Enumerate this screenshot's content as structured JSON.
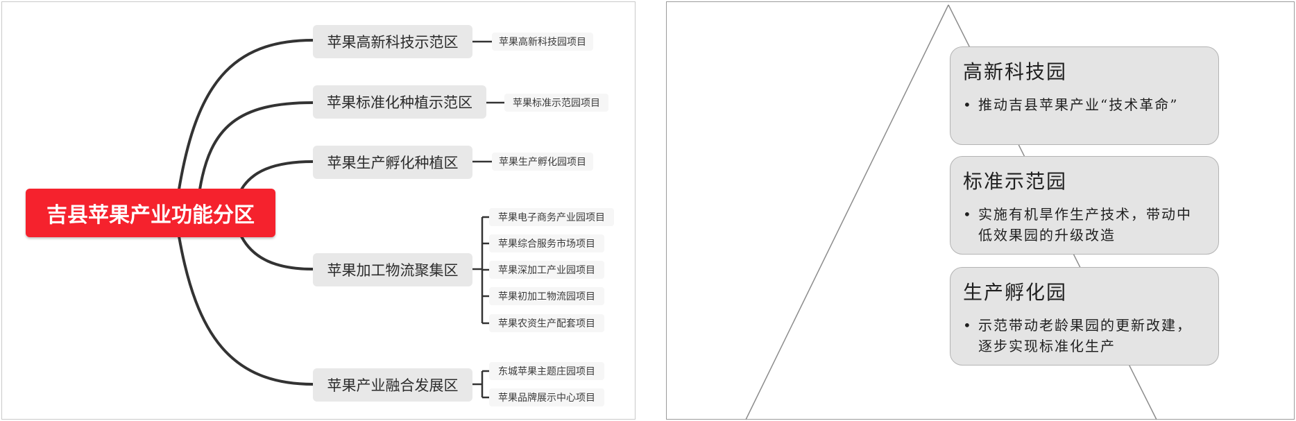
{
  "mindmap": {
    "root": "吉县苹果产业功能分区",
    "branches": [
      {
        "label": "苹果高新科技示范区",
        "leaves": [
          "苹果高新科技园项目"
        ]
      },
      {
        "label": "苹果标准化种植示范区",
        "leaves": [
          "苹果标准示范园项目"
        ]
      },
      {
        "label": "苹果生产孵化种植区",
        "leaves": [
          "苹果生产孵化园项目"
        ]
      },
      {
        "label": "苹果加工物流聚集区",
        "leaves": [
          "苹果电子商务产业园项目",
          "苹果综合服务市场项目",
          "苹果深加工产业园项目",
          "苹果初加工物流园项目",
          "苹果农资生产配套项目"
        ]
      },
      {
        "label": "苹果产业融合发展区",
        "leaves": [
          "东城苹果主题庄园项目",
          "苹果品牌展示中心项目"
        ]
      }
    ],
    "colors": {
      "root": "#f5222d",
      "connector": "#333333",
      "branch_bg": "#e8e8e8"
    }
  },
  "pyramid": {
    "cards": [
      {
        "title": "高新科技园",
        "bullet": "推动吉县苹果产业“技术革命”"
      },
      {
        "title": "标准示范园",
        "bullet": "实施有机旱作生产技术，带动中低效果园的升级改造"
      },
      {
        "title": "生产孵化园",
        "bullet": "示范带动老龄果园的更新改建，逐步实现标准化生产"
      }
    ]
  }
}
